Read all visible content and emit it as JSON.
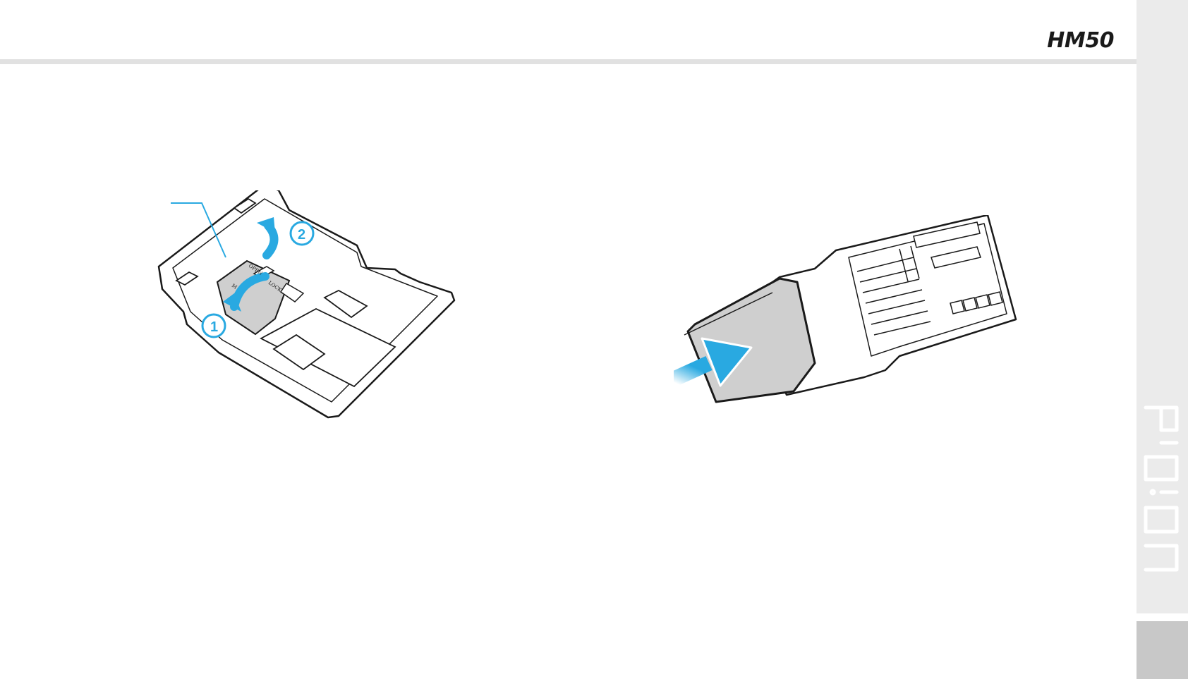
{
  "header": {
    "model": "HM50"
  },
  "figure_left": {
    "step_labels": [
      "1",
      "2"
    ],
    "slot_text": [
      "OPEN",
      "LOCK",
      "M"
    ],
    "icon": "sim-tray-open-arrows"
  },
  "figure_right": {
    "icon": "card-insert-arrow"
  },
  "side_tab": {
    "brand_icon": "bluebird-pidion-logo"
  }
}
